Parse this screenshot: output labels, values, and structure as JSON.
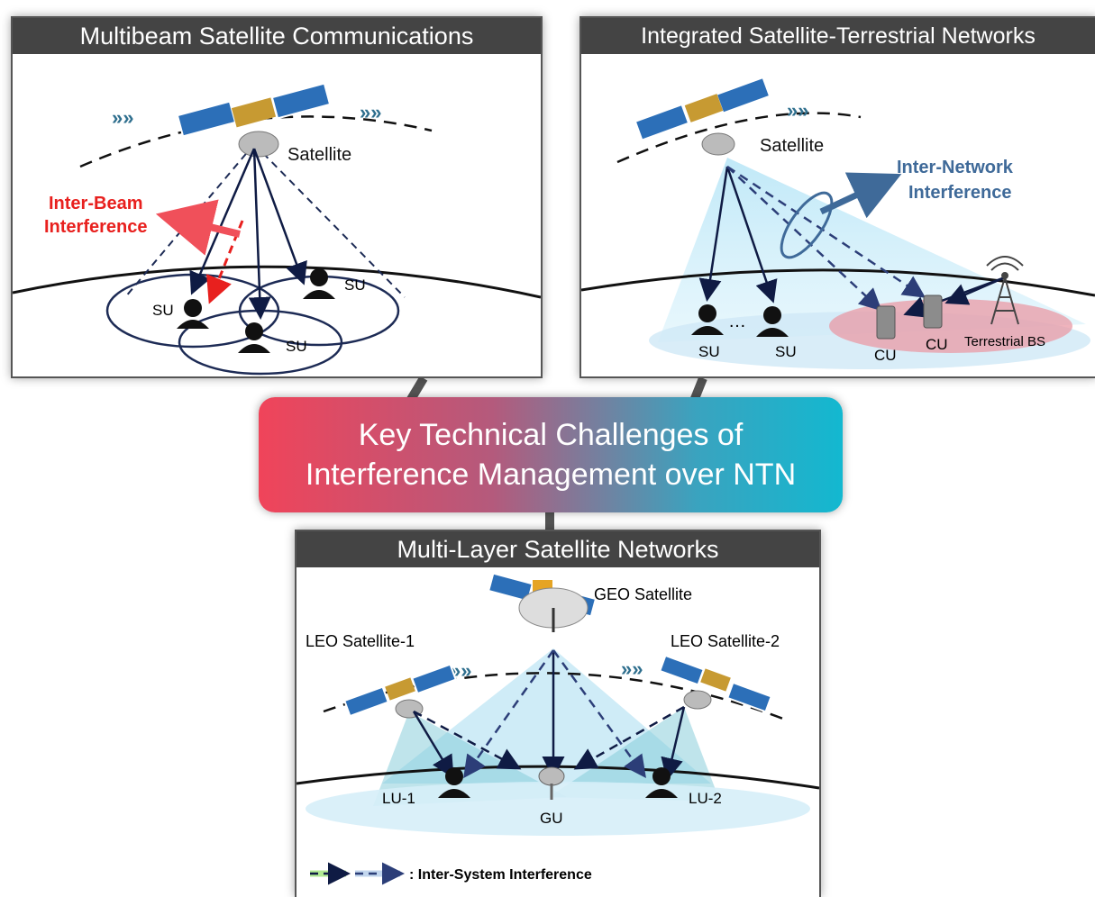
{
  "center": {
    "line1": "Key Technical Challenges of",
    "line2": "Interference Management over NTN"
  },
  "panel_multibeam": {
    "title": "Multibeam Satellite Communications",
    "satellite_label": "Satellite",
    "interference_line1": "Inter-Beam",
    "interference_line2": "Interference",
    "user_labels": [
      "SU",
      "SU",
      "SU"
    ]
  },
  "panel_integrated": {
    "title": "Integrated Satellite-Terrestrial Networks",
    "satellite_label": "Satellite",
    "interference_line1": "Inter-Network",
    "interference_line2": "Interference",
    "su_labels": [
      "SU",
      "SU"
    ],
    "cu_labels": [
      "CU",
      "CU"
    ],
    "bs_label": "Terrestrial BS"
  },
  "panel_multilayer": {
    "title": "Multi-Layer Satellite Networks",
    "geo_label": "GEO Satellite",
    "leo1_label": "LEO Satellite-1",
    "leo2_label": "LEO Satellite-2",
    "lu1_label": "LU-1",
    "lu2_label": "LU-2",
    "gu_label": "GU",
    "legend_text": ": Inter-System Interference"
  },
  "colors": {
    "interference_red": "#e8201e",
    "interference_blue": "#3f6a99",
    "arrow_dark": "#0f1b44",
    "beam_blue": "#9cd8f0",
    "red_zone": "#e99aa6"
  }
}
